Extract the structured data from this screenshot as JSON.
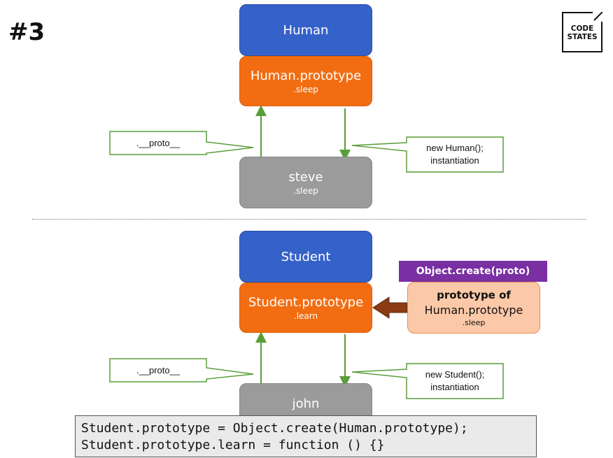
{
  "slide": {
    "number": "#3"
  },
  "logo": {
    "line1": "CODE",
    "line2": "STATES"
  },
  "top": {
    "constructor": "Human",
    "prototype": {
      "label": "Human.prototype",
      "method": ".sleep"
    },
    "instance": {
      "label": "steve",
      "method": ".sleep"
    },
    "proto_callout": ".__proto__",
    "new_callout": {
      "line1": "new Human();",
      "line2": "instantiation"
    }
  },
  "bottom": {
    "constructor": "Student",
    "prototype": {
      "label": "Student.prototype",
      "method": ".learn"
    },
    "instance": {
      "label": "john"
    },
    "proto_callout": ".__proto__",
    "new_callout": {
      "line1": "new Student();",
      "line2": "instantiation"
    },
    "object_create": "Object.create(proto)",
    "prototype_of": {
      "heading": "prototype of",
      "name": "Human.prototype",
      "method": ".sleep"
    }
  },
  "code": {
    "line1": "Student.prototype = Object.create(Human.prototype);",
    "line2": "Student.prototype.learn = function () {}"
  },
  "colors": {
    "constructor_blue": "#3562c9",
    "prototype_orange": "#f26d12",
    "instance_gray": "#9b9b9b",
    "arrow_green": "#5a9e3a",
    "purple_label": "#7a2fa3",
    "peach_box": "#fcc9a8",
    "brown_arrow": "#8b3a12"
  }
}
